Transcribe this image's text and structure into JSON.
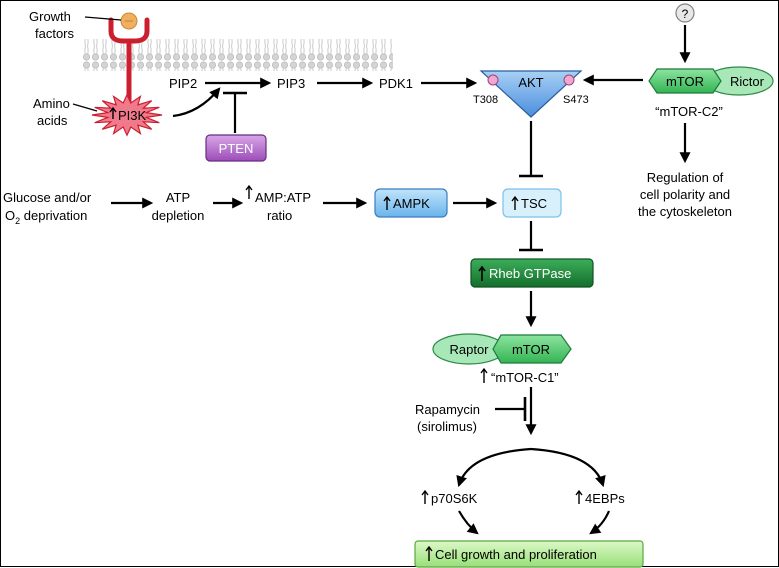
{
  "labels": {
    "growth_factors_1": "Growth",
    "growth_factors_2": "factors",
    "amino_1": "Amino",
    "amino_2": "acids",
    "pi3k": "PI3K",
    "pip2": "PIP2",
    "pip3": "PIP3",
    "pdk1": "PDK1",
    "pten": "PTEN",
    "akt": "AKT",
    "t308": "T308",
    "s473": "S473",
    "question": "?",
    "mtor_c2_mtor": "mTOR",
    "rictor": "Rictor",
    "mtor_c2_label": "“mTOR-C2”",
    "regulation_1": "Regulation of",
    "regulation_2": "cell polarity and",
    "regulation_3": "the cytoskeleton",
    "glucose_1": "Glucose and/or",
    "glucose_2_pre": "O",
    "glucose_2_sub": "2",
    "glucose_2_post": " deprivation",
    "atp_1": "ATP",
    "atp_2": "depletion",
    "ampatp_1": "AMP:ATP",
    "ampatp_2": "ratio",
    "ampk": "AMPK",
    "tsc": "TSC",
    "rheb": "Rheb GTPase",
    "raptor": "Raptor",
    "mtor_c1_mtor": "mTOR",
    "mtor_c1_label": "“mTOR-C1”",
    "rapamycin_1": "Rapamycin",
    "rapamycin_2": "(sirolimus)",
    "p70s6k": "p70S6K",
    "ebps": "4EBPs",
    "cell_growth": "Cell growth and proliferation"
  },
  "colors": {
    "pi3k_fill": "#f07a8c",
    "receptor": "#cc1f2e",
    "pten_fill": "#b06ac8",
    "akt_fill": "#6aa8e8",
    "mtor_fill": "#4cc868",
    "mtor_oval": "#a8e8b8",
    "ampk_fill": "#8cc8f4",
    "tsc_fill": "#d8f0fc",
    "rheb_fill": "#1e8a3c",
    "growth_fill": "#b8f0a0",
    "ligand": "#f0b060",
    "site": "#f0a8d0"
  }
}
